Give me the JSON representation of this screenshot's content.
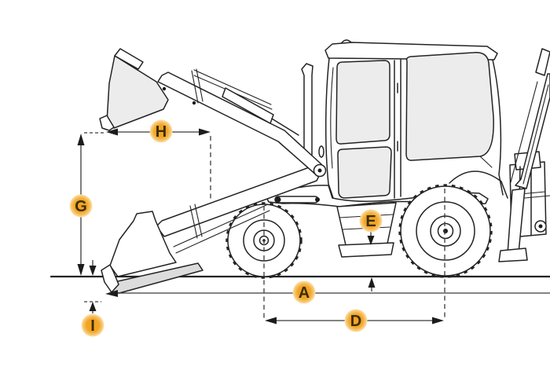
{
  "diagram": {
    "subject": "backhoe-loader side-view dimension diagram",
    "labels": [
      {
        "id": "A"
      },
      {
        "id": "D"
      },
      {
        "id": "E"
      },
      {
        "id": "G"
      },
      {
        "id": "H"
      },
      {
        "id": "I"
      }
    ],
    "colors": {
      "label-fill": "#f2a426",
      "label-halo": "#fbe3b3",
      "label-text": "#3a2d06",
      "line": "#232323",
      "dim-line": "#3a3a3a",
      "panel-gray": "#ececec",
      "background": "#ffffff"
    }
  }
}
